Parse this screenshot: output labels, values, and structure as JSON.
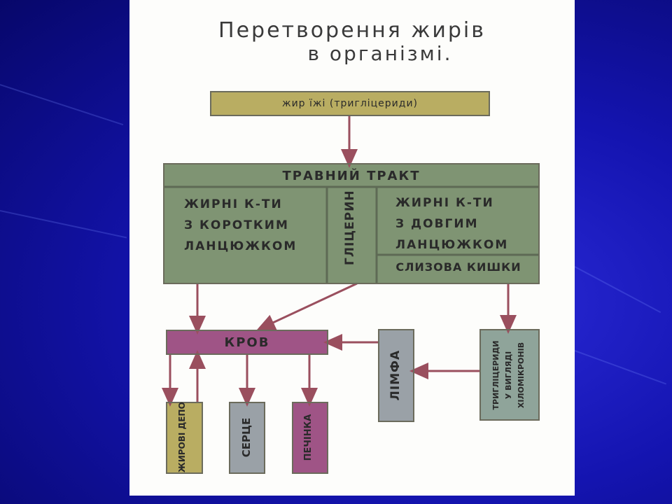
{
  "title": {
    "line1": "Перетворення   жирів",
    "line2": "в організмі."
  },
  "boxes": {
    "food_fat": "жир їжі   (тригліцериди)",
    "digestive_tract": "ТРАВНИЙ   ТРАКТ",
    "short_chain": [
      "ЖИРНІ  К-ТИ",
      "З КОРОТКИМ",
      "ЛАНЦЮЖКОМ"
    ],
    "glycerin": "ГЛІЦЕРИН",
    "long_chain": [
      "ЖИРНІ  К-ТИ",
      "З ДОВГИМ",
      "ЛАНЦЮЖКОМ"
    ],
    "mucosa": "СЛИЗОВА КИШКИ",
    "blood": "КРОВ",
    "lymph": "ЛІМФА",
    "chylomicrons": [
      "ТРИГЛІЦЕРИДИ",
      "У ВИГЛЯДІ",
      "ХІЛОМІКРОНІВ"
    ],
    "fat_depot": "ЖИРОВІ ДЕПО",
    "heart": "СЕРЦЕ",
    "liver": "ПЕЧІНКА"
  },
  "colors": {
    "olive": "#b9ad62",
    "green": "#7f9473",
    "magenta": "#9f5486",
    "grey": "#9aa1a7",
    "teal": "#8fa49a",
    "arrow": "#9a4f5e"
  }
}
